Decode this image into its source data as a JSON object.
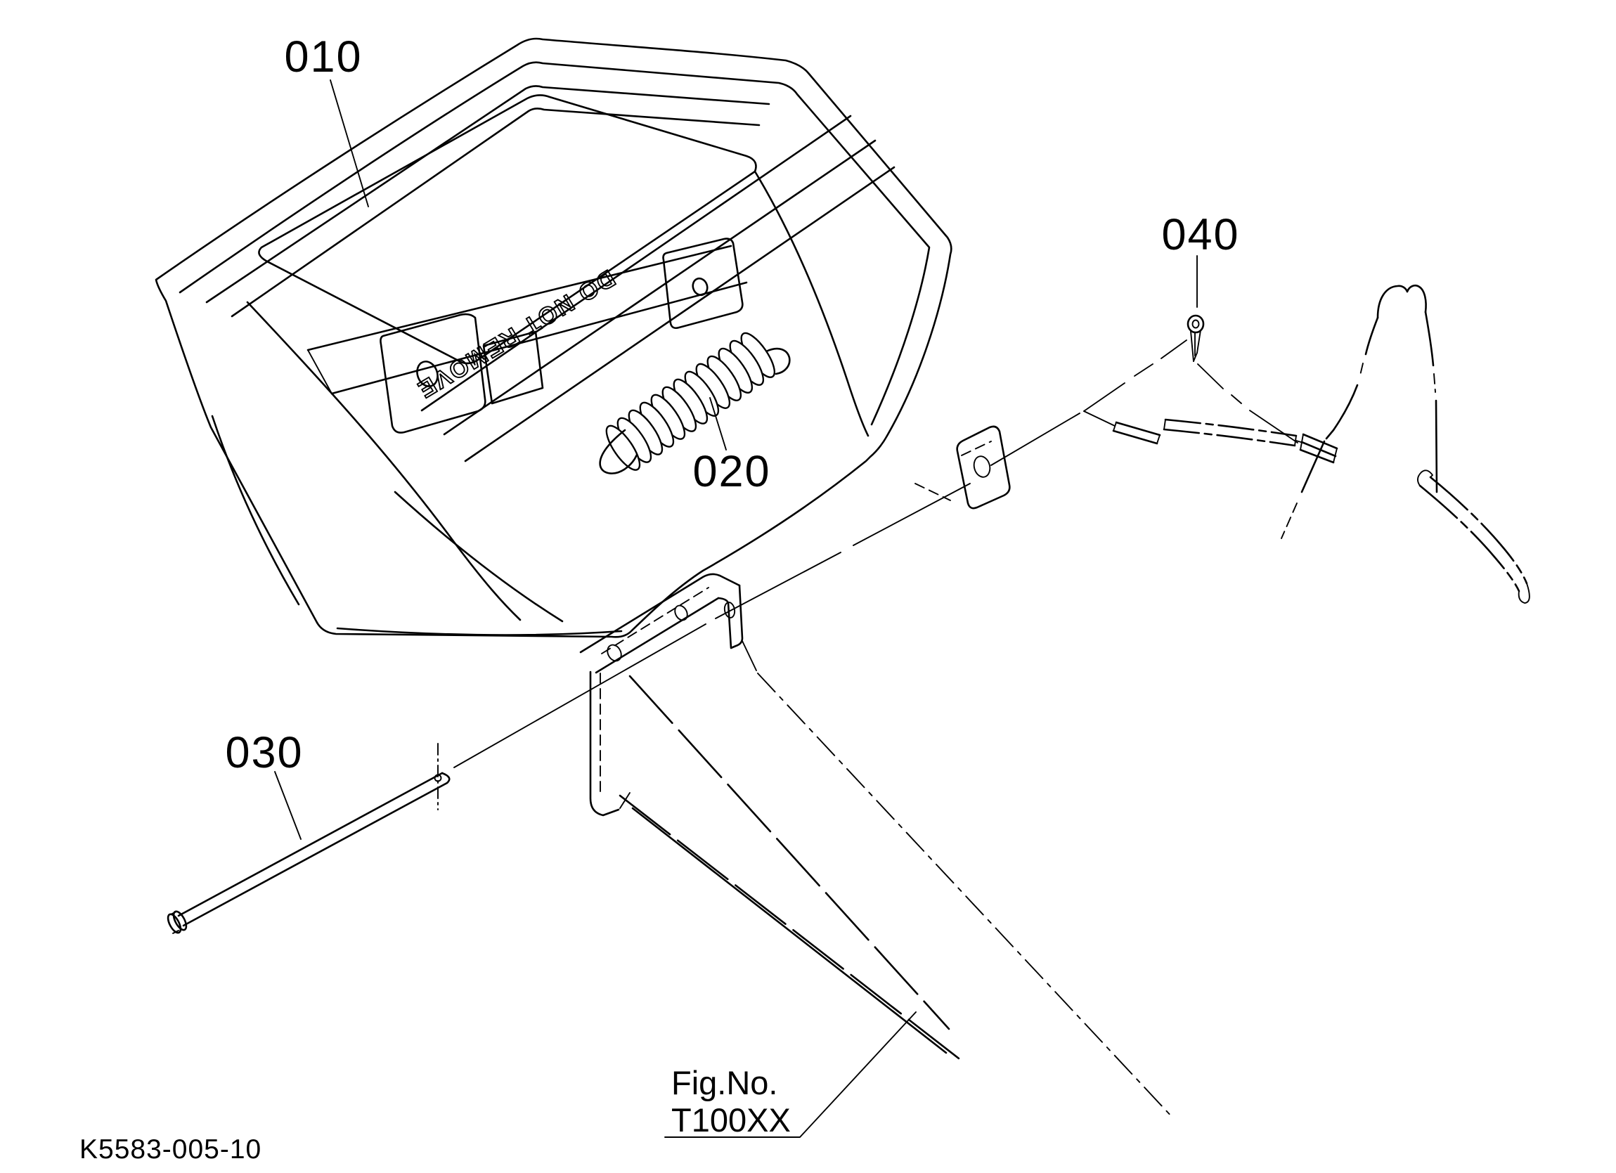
{
  "page": {
    "type": "exploded-parts-diagram",
    "colors": {
      "background": "#ffffff",
      "line": "#000000"
    }
  },
  "labels": {
    "part_cover": "010",
    "part_spring": "020",
    "part_rod": "030",
    "part_cotter_pin": "040"
  },
  "reference": {
    "caption": "Fig.No.",
    "value": "T100XX"
  },
  "drawing_code": "K5583-005-10",
  "embossed_text": "DO NOT REMOVE"
}
